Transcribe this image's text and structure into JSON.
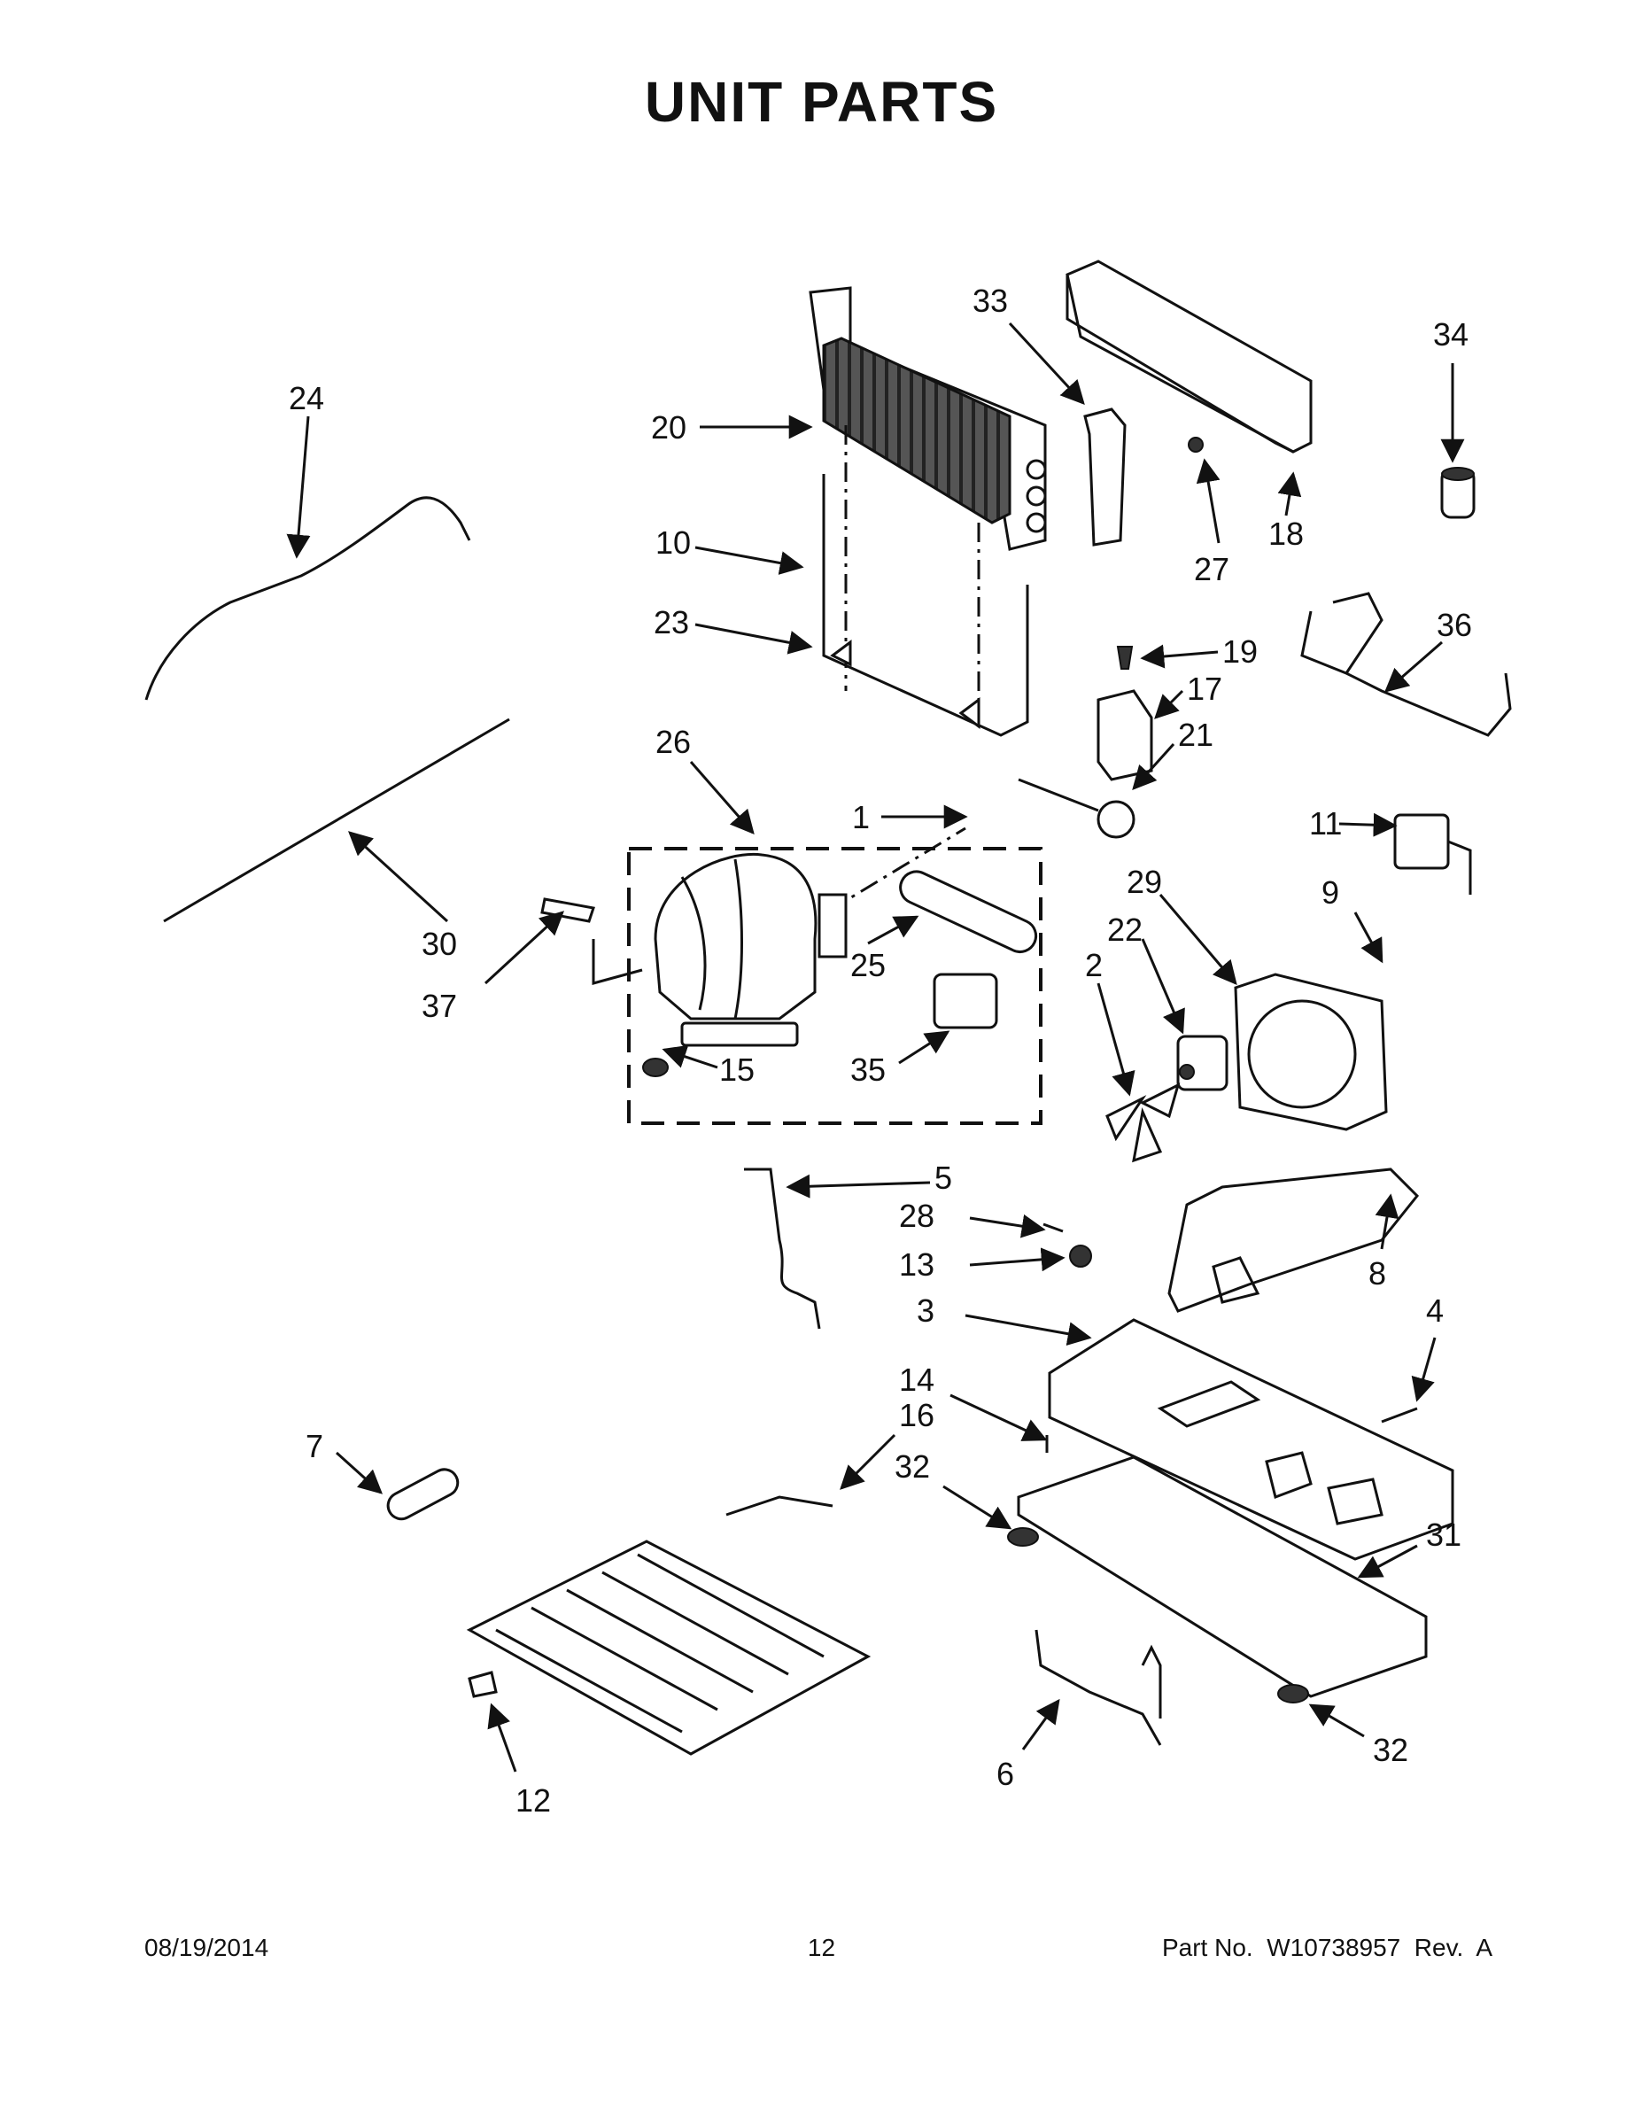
{
  "title": "UNIT  PARTS",
  "footer": {
    "date": "08/19/2014",
    "page": "12",
    "part_no": "Part No.  W10738957  Rev.  A"
  },
  "callouts": [
    "1",
    "2",
    "3",
    "4",
    "5",
    "6",
    "7",
    "8",
    "9",
    "10",
    "11",
    "12",
    "13",
    "14",
    "15",
    "16",
    "17",
    "18",
    "19",
    "20",
    "21",
    "22",
    "23",
    "24",
    "25",
    "26",
    "27",
    "28",
    "29",
    "30",
    "31",
    "32",
    "32",
    "33",
    "34",
    "35",
    "36",
    "37"
  ]
}
